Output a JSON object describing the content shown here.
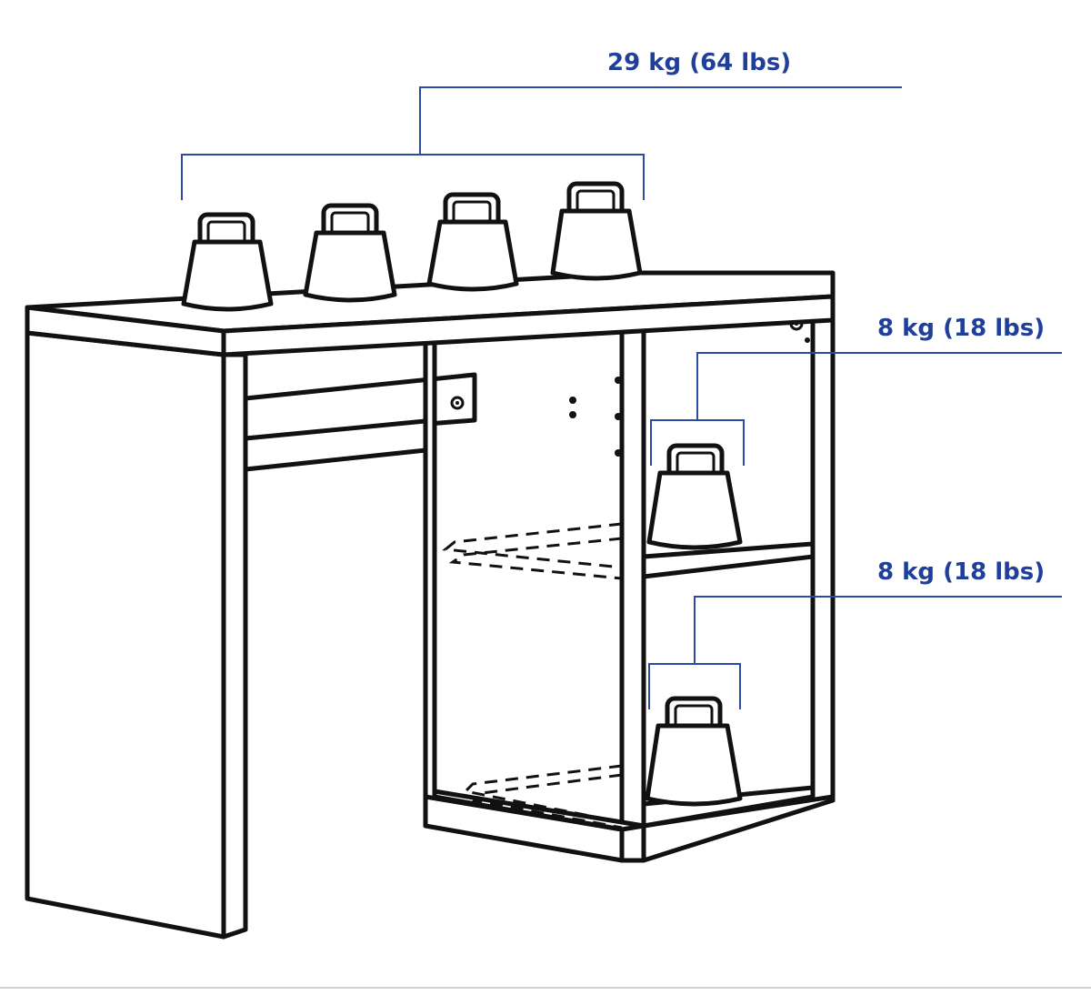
{
  "diagram": {
    "labels": {
      "desktop_load": "29 kg (64 lbs)",
      "upper_shelf_load": "8 kg (18 lbs)",
      "lower_shelf_load": "8 kg (18 lbs)"
    },
    "colors": {
      "annotation": "#1f3f9a",
      "outline": "#111111",
      "background": "#ffffff"
    },
    "weights_on_desktop": 4,
    "weights_on_upper_shelf": 1,
    "weights_on_lower_shelf": 1
  }
}
